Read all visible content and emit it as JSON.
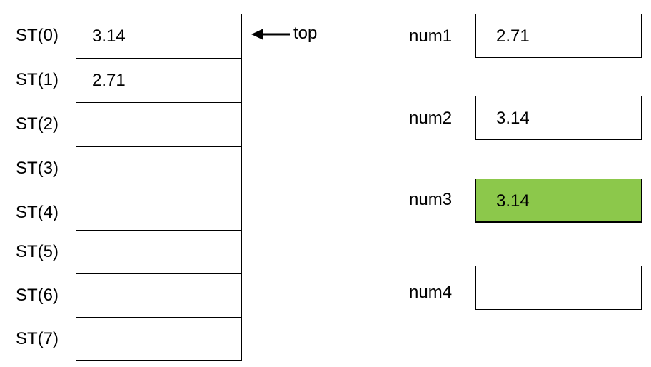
{
  "stack": {
    "registers": [
      {
        "label": "ST(0)",
        "value": "3.14"
      },
      {
        "label": "ST(1)",
        "value": "2.71"
      },
      {
        "label": "ST(2)",
        "value": ""
      },
      {
        "label": "ST(3)",
        "value": ""
      },
      {
        "label": "ST(4)",
        "value": ""
      },
      {
        "label": "ST(5)",
        "value": ""
      },
      {
        "label": "ST(6)",
        "value": ""
      },
      {
        "label": "ST(7)",
        "value": ""
      }
    ],
    "top_pointer_label": "top"
  },
  "memory": [
    {
      "label": "num1",
      "value": "2.71",
      "highlight": false
    },
    {
      "label": "num2",
      "value": "3.14",
      "highlight": false
    },
    {
      "label": "num3",
      "value": "3.14",
      "highlight": true
    },
    {
      "label": "num4",
      "value": "",
      "highlight": false
    }
  ],
  "colors": {
    "highlight_fill": "#8CC84B",
    "border": "#000000",
    "text": "#000000"
  }
}
